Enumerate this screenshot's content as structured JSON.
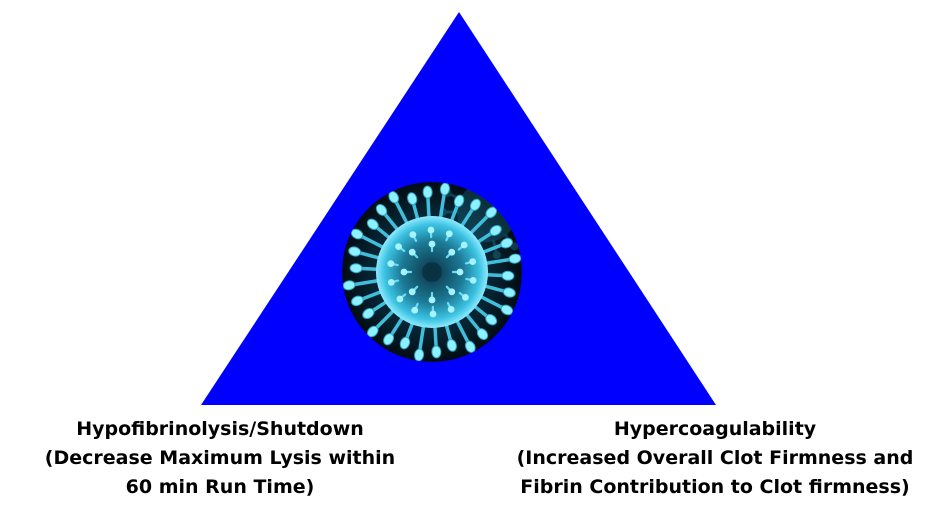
{
  "colors": {
    "triangle_fill": "#0000ff",
    "virus_background": "#04161f",
    "virus_body": "#2aa7c6",
    "virus_glow": "#7fe6ff",
    "text": "#000000"
  },
  "center_image": {
    "icon": "coronavirus-icon"
  },
  "left_caption": {
    "line1": "Hypofibrinolysis/Shutdown",
    "line2": "(Decrease Maximum Lysis within",
    "line3": "60 min Run Time)"
  },
  "right_caption": {
    "line1": "Hypercoagulability",
    "line2": "(Increased Overall Clot Firmness and",
    "line3": "Fibrin Contribution to Clot firmness)"
  }
}
